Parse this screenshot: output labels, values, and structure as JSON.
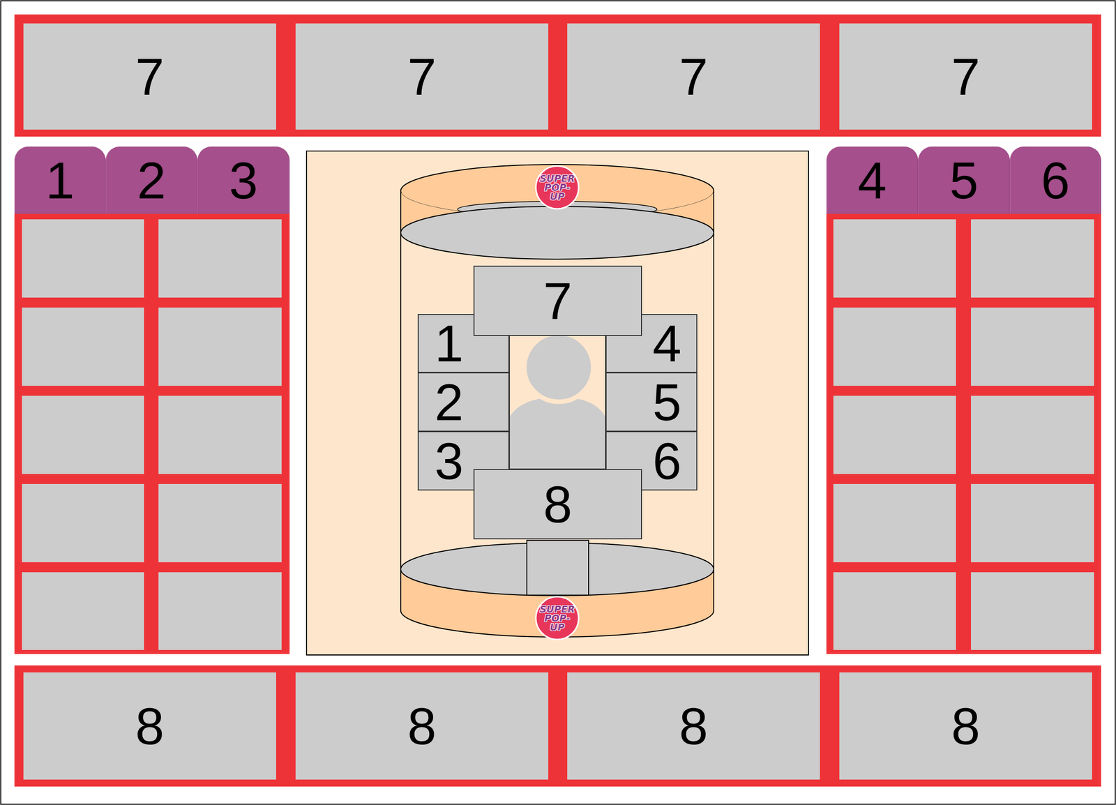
{
  "diagram": {
    "nodes": [
      {
        "text": [
          "7"
        ]
      },
      {
        "text": [
          "7"
        ]
      },
      {
        "text": [
          "7"
        ]
      },
      {
        "text": [
          "7"
        ]
      },
      {
        "text": [
          "1"
        ]
      },
      {
        "text": [
          "2"
        ]
      },
      {
        "text": [
          "3"
        ]
      },
      {
        "text": [
          "4"
        ]
      },
      {
        "text": [
          "5"
        ]
      },
      {
        "text": [
          "6"
        ]
      },
      {
        "text": [
          "7"
        ]
      },
      {
        "text": [
          "1"
        ]
      },
      {
        "text": [
          "4"
        ]
      },
      {
        "text": [
          "2"
        ]
      },
      {
        "text": [
          "5"
        ]
      },
      {
        "text": [
          "3"
        ]
      },
      {
        "text": [
          "6"
        ]
      },
      {
        "text": [
          "8"
        ]
      },
      {
        "text": [
          "8"
        ]
      },
      {
        "text": [
          "8"
        ]
      },
      {
        "text": [
          "8"
        ]
      },
      {
        "text": [
          "8"
        ]
      }
    ],
    "labels": [
      "SUPER POP-UP",
      "SUPER POP-UP"
    ]
  }
}
